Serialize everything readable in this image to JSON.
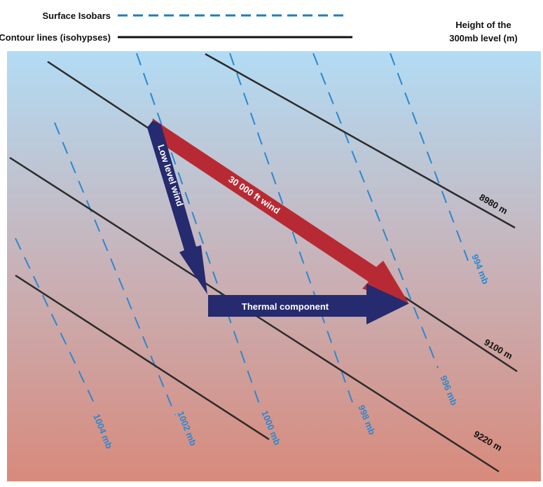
{
  "legend": {
    "isobars_label": "Surface Isobars",
    "contours_label": "Contour lines (isohypses)",
    "height_title_line1": "Height of the",
    "height_title_line2": "300mb level (m)"
  },
  "contours": [
    "8980 m",
    "9100 m",
    "9220 m"
  ],
  "isobars": [
    "994 mb",
    "996 mb",
    "998 mb",
    "1000 mb",
    "1002 mb",
    "1004 mb"
  ],
  "arrows": {
    "upper_wind": "30 000 ft wind",
    "low_wind": "Low level wind",
    "thermal": "Thermal component"
  },
  "colors": {
    "isobar": "#2a88d0",
    "contour": "#2b2b2b",
    "upper_wind": "#b82a33",
    "low_wind": "#262a6e",
    "sky_top": "#b2dcf4",
    "sky_bottom": "#d88a7b"
  }
}
